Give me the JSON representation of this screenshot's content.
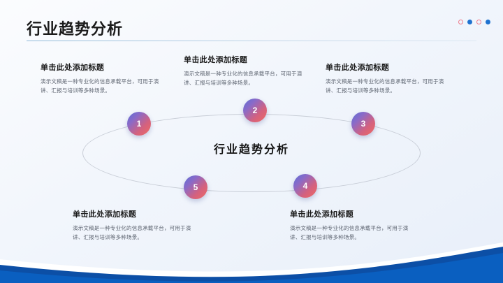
{
  "slide": {
    "title": "行业趋势分析",
    "center_label": "行业趋势分析",
    "accent_blue": "#1f72d0",
    "accent_pink": "#ef7f8e",
    "badge_gradient_from": "#5b6fd6",
    "badge_gradient_to": "#ef6a62",
    "wave_color": "#0a5fc0",
    "wave_color_dark": "#0c4fa6"
  },
  "corner_dots": [
    {
      "name": "dot-1",
      "style": "hollow"
    },
    {
      "name": "dot-2",
      "style": "solid"
    },
    {
      "name": "dot-3",
      "style": "hollow"
    },
    {
      "name": "dot-4",
      "style": "solid"
    }
  ],
  "nodes": [
    {
      "number": "1",
      "title": "单击此处添加标题",
      "body": "演示文稿是一种专业化的信息承载平台，可用于演讲、汇报与培训等多种场景。"
    },
    {
      "number": "2",
      "title": "单击此处添加标题",
      "body": "演示文稿是一种专业化的信息承载平台，可用于演讲、汇报与培训等多种场景。"
    },
    {
      "number": "3",
      "title": "单击此处添加标题",
      "body": "演示文稿是一种专业化的信息承载平台，可用于演讲、汇报与培训等多种场景。"
    },
    {
      "number": "4",
      "title": "单击此处添加标题",
      "body": "演示文稿是一种专业化的信息承载平台，可用于演讲、汇报与培训等多种场景。"
    },
    {
      "number": "5",
      "title": "单击此处添加标题",
      "body": "演示文稿是一种专业化的信息承载平台，可用于演讲、汇报与培训等多种场景。"
    }
  ]
}
